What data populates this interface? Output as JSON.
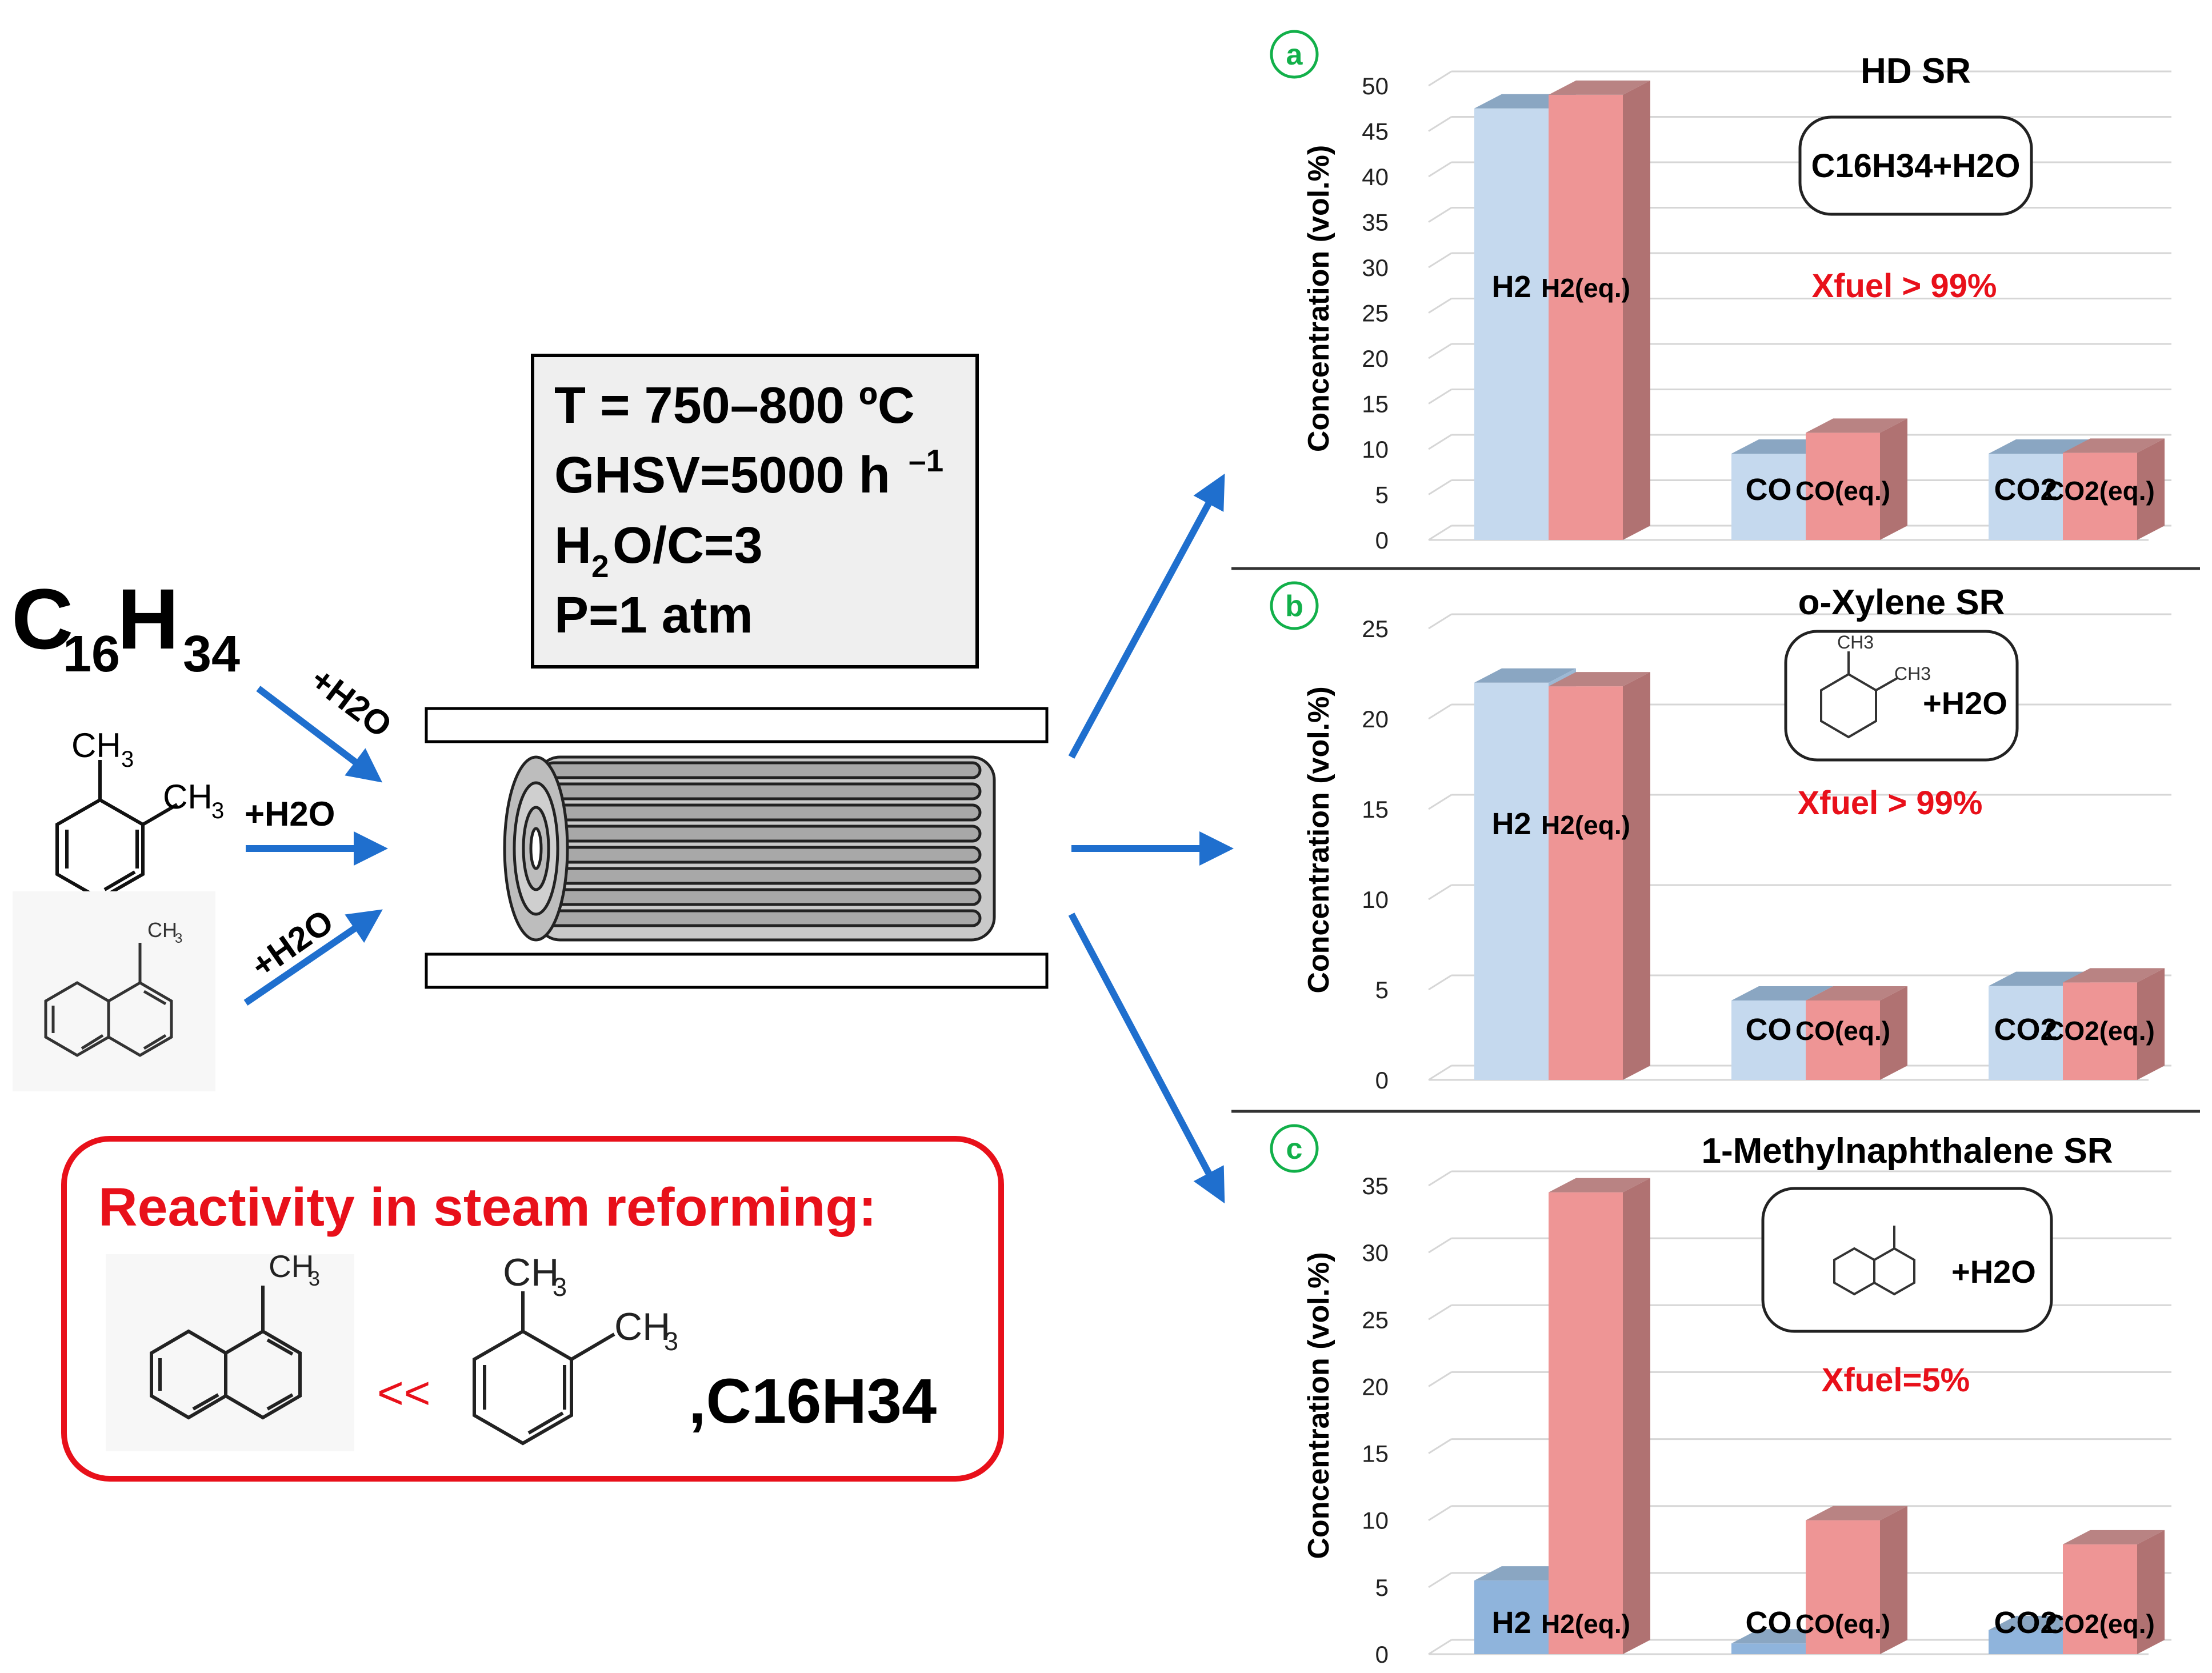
{
  "left": {
    "fuel_hd": "C16H34",
    "fuel_hd_parts": [
      "C",
      "16",
      "H",
      "34"
    ],
    "arrow_labels": [
      "+H2O",
      "+H2O",
      "+H2O"
    ],
    "conditions_box": {
      "line1": "T = 750–800 ºC",
      "line2_main": "GHSV=5000 h",
      "line2_sup": "–1",
      "line3_a": "H",
      "line3_sub": "2",
      "line3_b": "O/C=3",
      "line4": "P=1 atm"
    },
    "reactivity_box": {
      "title": "Reactivity in steam reforming:",
      "symbol": "<<",
      "tail": ",C16H34"
    },
    "colors": {
      "arrow": "#1f6fce",
      "red": "#e8101a"
    }
  },
  "chart_data": [
    {
      "panel_letter": "a",
      "type": "bar",
      "title": "HD SR",
      "ylabel": "Concentration (vol.%)",
      "ylim": [
        0,
        50
      ],
      "yticks": [
        0,
        5,
        10,
        15,
        20,
        25,
        30,
        35,
        40,
        45,
        50
      ],
      "categories": [
        "H2",
        "CO",
        "CO2"
      ],
      "series": [
        {
          "values": [
            47.5,
            9.5,
            9.5
          ],
          "labels": [
            "H2",
            "CO",
            "CO2"
          ]
        },
        {
          "values": [
            49,
            11.8,
            9.6
          ],
          "labels": [
            "H2(eq.)",
            "CO(eq.)",
            "CO2(eq.)"
          ]
        }
      ],
      "reaction": "C16H34+H2O",
      "conversion": "Xfuel > 99%"
    },
    {
      "panel_letter": "b",
      "type": "bar",
      "title": "o-Xylene SR",
      "ylabel": "Concentration (vol.%)",
      "ylim": [
        0,
        25
      ],
      "yticks": [
        0,
        5,
        10,
        15,
        20,
        25
      ],
      "categories": [
        "H2",
        "CO",
        "CO2"
      ],
      "series": [
        {
          "values": [
            22,
            4.4,
            5.2
          ],
          "labels": [
            "H2",
            "CO",
            "CO2"
          ]
        },
        {
          "values": [
            21.8,
            4.4,
            5.4
          ],
          "labels": [
            "H2(eq.)",
            "CO(eq.)",
            "CO2(eq.)"
          ]
        }
      ],
      "reaction": "+H2O",
      "conversion": "Xfuel > 99%"
    },
    {
      "panel_letter": "c",
      "type": "bar",
      "title": "1-Methylnaphthalene SR",
      "ylabel": "Concentration (vol.%)",
      "ylim": [
        0,
        35
      ],
      "yticks": [
        0,
        5,
        10,
        15,
        20,
        25,
        30,
        35
      ],
      "categories": [
        "H2",
        "CO",
        "CO2"
      ],
      "series": [
        {
          "values": [
            5.5,
            0.8,
            1.8
          ],
          "labels": [
            "H2",
            "CO",
            "CO2"
          ]
        },
        {
          "values": [
            34.5,
            10,
            8.2
          ],
          "labels": [
            "H2(eq.)",
            "CO(eq.)",
            "CO2(eq.)"
          ]
        }
      ],
      "reaction": "+H2O",
      "conversion": "Xfuel=5%"
    }
  ],
  "chart_colors": {
    "exp_light": "#c5d9ee",
    "exp_dark": "#a7c4e2",
    "eq": "#ee9595",
    "panel_letter": "#12b04a",
    "conversion": "#e8101a"
  }
}
